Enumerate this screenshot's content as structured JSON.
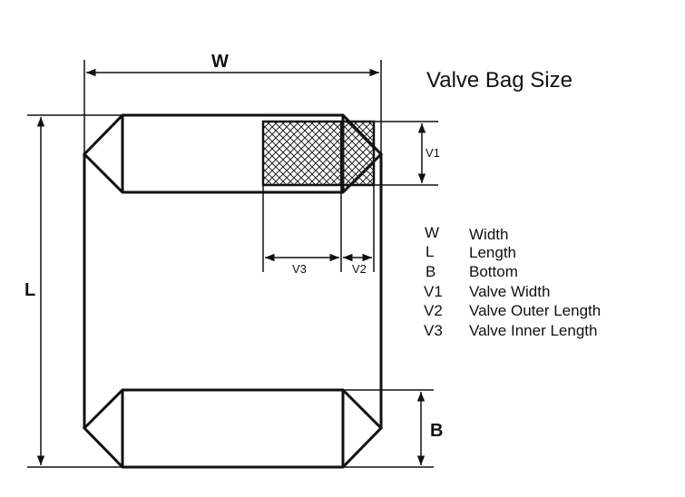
{
  "title": "Valve Bag Size",
  "dimensions": {
    "w": "W",
    "l": "L",
    "b": "B",
    "v1": "V1",
    "v2": "V2",
    "v3": "V3"
  },
  "legend": [
    {
      "symbol": "W",
      "meaning": "Width"
    },
    {
      "symbol": "L",
      "meaning": "Length"
    },
    {
      "symbol": "B",
      "meaning": "Bottom"
    },
    {
      "symbol": "V1",
      "meaning": "Valve Width"
    },
    {
      "symbol": "V2",
      "meaning": "Valve Outer Length"
    },
    {
      "symbol": "V3",
      "meaning": "Valve Inner Length"
    }
  ]
}
